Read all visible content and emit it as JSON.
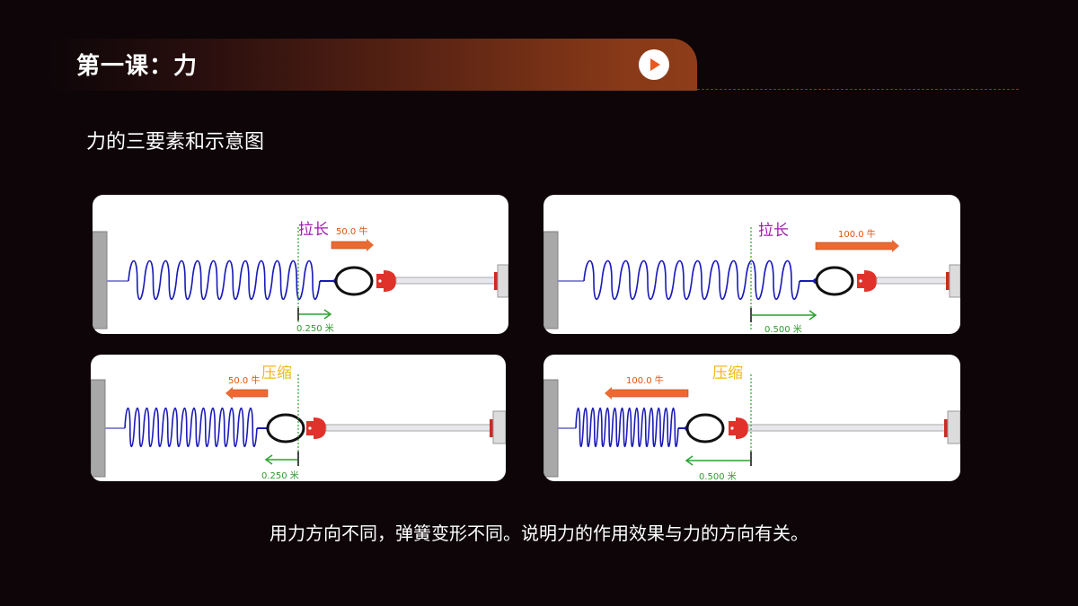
{
  "header": {
    "title": "第一课：力",
    "play_icon": "play-icon"
  },
  "subtitle": "力的三要素和示意图",
  "colors": {
    "spring": "#1a1ab8",
    "stretch_label": "#9b1fa8",
    "compress_label": "#f2b81b",
    "arrow": "#ea6a32",
    "displacement": "#2ea02e",
    "handle": "#e0322a"
  },
  "panels": [
    {
      "mode": "stretch",
      "label": "拉长",
      "force": "50.0 牛",
      "displacement": "0.250 米"
    },
    {
      "mode": "stretch",
      "label": "拉长",
      "force": "100.0 牛",
      "displacement": "0.500 米"
    },
    {
      "mode": "compress",
      "label": "压缩",
      "force": "50.0 牛",
      "displacement": "0.250 米"
    },
    {
      "mode": "compress",
      "label": "压缩",
      "force": "100.0 牛",
      "displacement": "0.500 米"
    }
  ],
  "caption": "用力方向不同，弹簧变形不同。说明力的作用效果与力的方向有关。"
}
